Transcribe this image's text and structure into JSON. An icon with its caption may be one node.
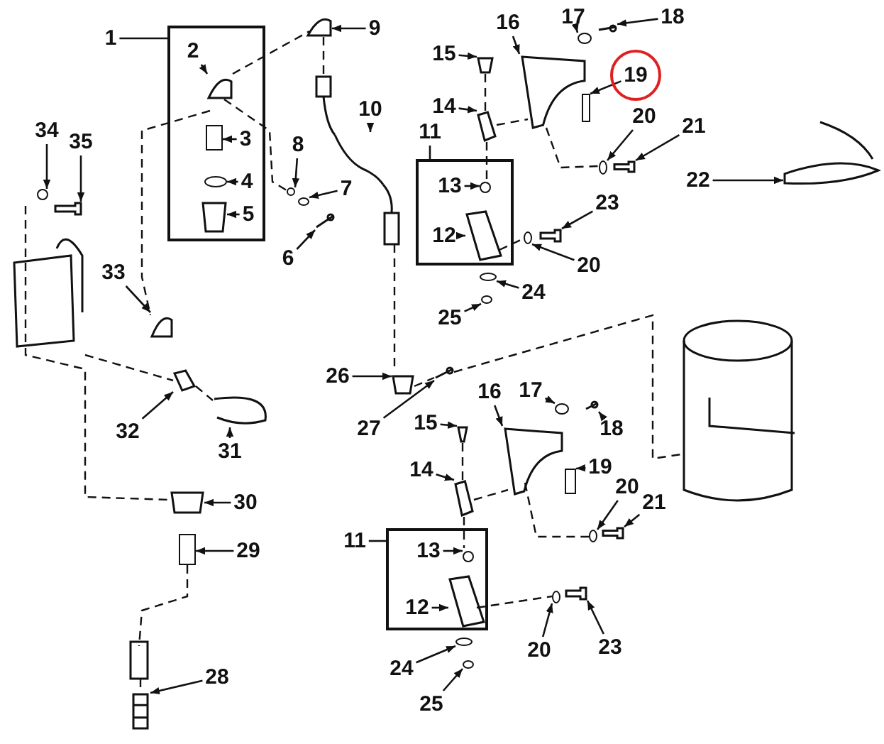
{
  "diagram": {
    "nodes": [
      {
        "text": [],
        "shape": "box"
      },
      {
        "text": [
          "1"
        ]
      },
      {
        "text": [
          "2"
        ],
        "in": 0
      },
      {
        "text": [
          "3"
        ],
        "in": 0
      },
      {
        "text": [
          "4"
        ],
        "in": 0
      },
      {
        "text": [
          "5"
        ],
        "in": 0
      },
      {
        "text": [
          "6"
        ]
      },
      {
        "text": [
          "7"
        ]
      },
      {
        "text": [
          "8"
        ]
      },
      {
        "text": [
          "9"
        ]
      },
      {
        "text": [
          "10"
        ]
      },
      {
        "text": [],
        "shape": "box"
      },
      {
        "text": [
          "11"
        ]
      },
      {
        "text": [
          "13"
        ],
        "in": 11
      },
      {
        "text": [
          "12"
        ],
        "in": 11
      },
      {
        "text": [
          "14"
        ]
      },
      {
        "text": [
          "15"
        ]
      },
      {
        "text": [
          "16"
        ]
      },
      {
        "text": [
          "17"
        ]
      },
      {
        "text": [
          "18"
        ]
      },
      {
        "text": [
          "19"
        ]
      },
      {
        "text": [
          "20"
        ]
      },
      {
        "text": [
          "21"
        ]
      },
      {
        "text": [
          "22"
        ]
      },
      {
        "text": [
          "23"
        ]
      },
      {
        "text": [
          "20"
        ]
      },
      {
        "text": [
          "24"
        ]
      },
      {
        "text": [
          "25"
        ]
      },
      {
        "text": [
          "33"
        ]
      },
      {
        "text": [
          "34"
        ]
      },
      {
        "text": [
          "35"
        ]
      },
      {
        "text": [
          "26"
        ]
      },
      {
        "text": [
          "27"
        ]
      },
      {
        "text": [
          "32"
        ]
      },
      {
        "text": [
          "31"
        ]
      },
      {
        "text": [
          "30"
        ]
      },
      {
        "text": [
          "29"
        ]
      },
      {
        "text": [
          "28"
        ]
      },
      {
        "text": [
          "16"
        ]
      },
      {
        "text": [
          "17"
        ]
      },
      {
        "text": [
          "18"
        ]
      },
      {
        "text": [
          "15"
        ]
      },
      {
        "text": [
          "14"
        ]
      },
      {
        "text": [
          "19"
        ]
      },
      {
        "text": [
          "20"
        ]
      },
      {
        "text": [
          "21"
        ]
      },
      {
        "text": [],
        "shape": "box"
      },
      {
        "text": [
          "11"
        ]
      },
      {
        "text": [
          "13"
        ],
        "in": 46
      },
      {
        "text": [
          "12"
        ],
        "in": 46
      },
      {
        "text": [
          "24"
        ]
      },
      {
        "text": [
          "25"
        ]
      },
      {
        "text": [
          "20"
        ]
      },
      {
        "text": [
          "23"
        ]
      },
      {
        "text": [],
        "shape": "picture",
        "in": 0
      },
      {
        "text": [],
        "shape": "box",
        "in": 0
      },
      {
        "text": [],
        "shape": "circle",
        "in": 0
      },
      {
        "text": [],
        "shape": "picture",
        "in": 0
      },
      {
        "text": [],
        "shape": "picture"
      },
      {
        "text": [],
        "shape": "circle"
      },
      {
        "text": [],
        "shape": "circle"
      },
      {
        "text": [],
        "shape": "picture"
      },
      {
        "text": [],
        "shape": "picture"
      },
      {
        "text": [],
        "shape": "circle",
        "in": 11
      },
      {
        "text": [],
        "shape": "picture",
        "in": 11
      },
      {
        "text": [],
        "shape": "picture"
      },
      {
        "text": [],
        "shape": "picture"
      },
      {
        "text": [],
        "shape": "picture"
      },
      {
        "text": [],
        "shape": "circle"
      },
      {
        "text": [],
        "shape": "picture"
      },
      {
        "text": [],
        "shape": "box"
      },
      {
        "text": [],
        "shape": "circle"
      },
      {
        "text": [],
        "shape": "picture"
      },
      {
        "text": [],
        "shape": "picture"
      },
      {
        "text": [],
        "shape": "picture"
      },
      {
        "text": [],
        "shape": "circle"
      },
      {
        "text": [],
        "shape": "circle"
      },
      {
        "text": [],
        "shape": "circle"
      },
      {
        "text": [],
        "shape": "picture"
      },
      {
        "text": [],
        "shape": "circle"
      },
      {
        "text": [],
        "shape": "picture"
      },
      {
        "text": [],
        "shape": "picture"
      },
      {
        "text": [],
        "shape": "picture"
      },
      {
        "text": [],
        "shape": "picture"
      },
      {
        "text": [],
        "shape": "picture"
      },
      {
        "text": [],
        "shape": "picture"
      },
      {
        "text": [],
        "shape": "box"
      },
      {
        "text": [],
        "shape": "picture"
      },
      {
        "text": [],
        "shape": "picture"
      },
      {
        "text": [],
        "shape": "circle"
      },
      {
        "text": [],
        "shape": "picture"
      },
      {
        "text": [],
        "shape": "picture"
      },
      {
        "text": [],
        "shape": "picture"
      },
      {
        "text": [],
        "shape": "box"
      },
      {
        "text": [],
        "shape": "circle"
      },
      {
        "text": [],
        "shape": "picture"
      },
      {
        "text": [],
        "shape": "circle",
        "in": 46
      },
      {
        "text": [],
        "shape": "picture",
        "in": 46
      },
      {
        "text": [],
        "shape": "circle"
      },
      {
        "text": [],
        "shape": "circle"
      },
      {
        "text": [],
        "shape": "circle"
      },
      {
        "text": [],
        "shape": "picture"
      }
    ],
    "edges": [
      {
        "from": 1,
        "to": 0,
        "arrow": "none"
      },
      {
        "from": 2,
        "to": 54,
        "arrow": "to"
      },
      {
        "from": 3,
        "to": 55,
        "arrow": "to"
      },
      {
        "from": 4,
        "to": 56,
        "arrow": "to"
      },
      {
        "from": 5,
        "to": 57,
        "arrow": "to"
      },
      {
        "from": 6,
        "to": 58,
        "arrow": "to"
      },
      {
        "from": 7,
        "to": 59,
        "arrow": "to"
      },
      {
        "from": 8,
        "to": 60,
        "arrow": "to"
      },
      {
        "from": 9,
        "to": 61,
        "arrow": "to"
      },
      {
        "from": 10,
        "to": 62,
        "arrow": "to"
      },
      {
        "from": 12,
        "to": 11,
        "arrow": "none"
      },
      {
        "from": 13,
        "to": 63,
        "arrow": "to"
      },
      {
        "from": 14,
        "to": 64,
        "arrow": "to"
      },
      {
        "from": 15,
        "to": 65,
        "arrow": "to"
      },
      {
        "from": 16,
        "to": 66,
        "arrow": "to"
      },
      {
        "from": 17,
        "to": 67,
        "arrow": "to"
      },
      {
        "from": 18,
        "to": 68,
        "arrow": "to"
      },
      {
        "from": 19,
        "to": 69,
        "arrow": "to"
      },
      {
        "from": 20,
        "to": 70,
        "arrow": "to"
      },
      {
        "from": 21,
        "to": 71,
        "arrow": "to"
      },
      {
        "from": 22,
        "to": 72,
        "arrow": "to"
      },
      {
        "from": 23,
        "to": 73,
        "arrow": "to"
      },
      {
        "from": 24,
        "to": 74,
        "arrow": "to"
      },
      {
        "from": 25,
        "to": 75,
        "arrow": "to"
      },
      {
        "from": 26,
        "to": 76,
        "arrow": "to"
      },
      {
        "from": 27,
        "to": 77,
        "arrow": "to"
      },
      {
        "from": 28,
        "to": 78,
        "arrow": "to"
      },
      {
        "from": 29,
        "to": 79,
        "arrow": "to"
      },
      {
        "from": 30,
        "to": 80,
        "arrow": "to"
      },
      {
        "from": 31,
        "to": 81,
        "arrow": "to"
      },
      {
        "from": 32,
        "to": 82,
        "arrow": "to"
      },
      {
        "from": 33,
        "to": 83,
        "arrow": "to"
      },
      {
        "from": 34,
        "to": 84,
        "arrow": "to"
      },
      {
        "from": 35,
        "to": 85,
        "arrow": "to"
      },
      {
        "from": 36,
        "to": 86,
        "arrow": "to"
      },
      {
        "from": 37,
        "to": 87,
        "arrow": "to"
      },
      {
        "from": 38,
        "to": 88,
        "arrow": "to"
      },
      {
        "from": 39,
        "to": 89,
        "arrow": "to"
      },
      {
        "from": 40,
        "to": 90,
        "arrow": "to"
      },
      {
        "from": 41,
        "to": 91,
        "arrow": "to"
      },
      {
        "from": 42,
        "to": 92,
        "arrow": "to"
      },
      {
        "from": 43,
        "to": 93,
        "arrow": "to"
      },
      {
        "from": 44,
        "to": 94,
        "arrow": "to"
      },
      {
        "from": 45,
        "to": 95,
        "arrow": "to"
      },
      {
        "from": 47,
        "to": 46,
        "arrow": "none"
      },
      {
        "from": 48,
        "to": 96,
        "arrow": "to"
      },
      {
        "from": 49,
        "to": 97,
        "arrow": "to"
      },
      {
        "from": 50,
        "to": 98,
        "arrow": "to"
      },
      {
        "from": 51,
        "to": 99,
        "arrow": "to"
      },
      {
        "from": 52,
        "to": 100,
        "arrow": "to"
      },
      {
        "from": 53,
        "to": 101,
        "arrow": "to"
      }
    ]
  }
}
